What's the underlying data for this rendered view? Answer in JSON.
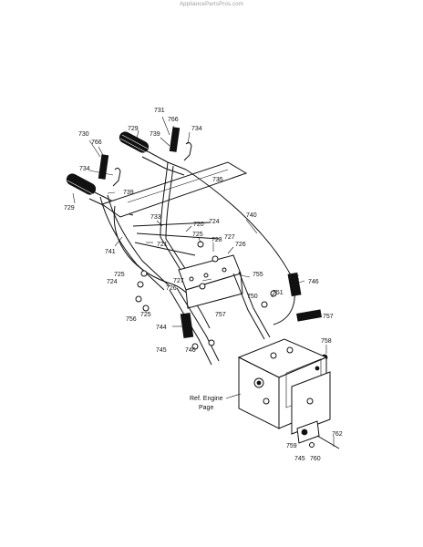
{
  "watermark": "AppliancePartsPros.com",
  "labels": [
    {
      "id": "l731",
      "text": "731"
    },
    {
      "id": "l766a",
      "text": "766"
    },
    {
      "id": "l729a",
      "text": "729"
    },
    {
      "id": "l739a",
      "text": "739"
    },
    {
      "id": "l734a",
      "text": "734"
    },
    {
      "id": "l730",
      "text": "730"
    },
    {
      "id": "l766b",
      "text": "766"
    },
    {
      "id": "l734b",
      "text": "734"
    },
    {
      "id": "l735",
      "text": "735"
    },
    {
      "id": "l739b",
      "text": "739"
    },
    {
      "id": "l729b",
      "text": "729"
    },
    {
      "id": "l733",
      "text": "733"
    },
    {
      "id": "l740",
      "text": "740"
    },
    {
      "id": "l720",
      "text": "720"
    },
    {
      "id": "l724a",
      "text": "724"
    },
    {
      "id": "l725a",
      "text": "725"
    },
    {
      "id": "l728",
      "text": "728"
    },
    {
      "id": "l727a",
      "text": "727"
    },
    {
      "id": "l741",
      "text": "741"
    },
    {
      "id": "l721",
      "text": "721"
    },
    {
      "id": "l726a",
      "text": "726"
    },
    {
      "id": "l725b",
      "text": "725"
    },
    {
      "id": "l755",
      "text": "755"
    },
    {
      "id": "l724b",
      "text": "724"
    },
    {
      "id": "l746a",
      "text": "746"
    },
    {
      "id": "l727b",
      "text": "727"
    },
    {
      "id": "l726b",
      "text": "726"
    },
    {
      "id": "l751",
      "text": "751"
    },
    {
      "id": "l750",
      "text": "750"
    },
    {
      "id": "l757a",
      "text": "757"
    },
    {
      "id": "l756",
      "text": "756"
    },
    {
      "id": "l725c",
      "text": "725"
    },
    {
      "id": "l757b",
      "text": "757"
    },
    {
      "id": "l744",
      "text": "744"
    },
    {
      "id": "l758",
      "text": "758"
    },
    {
      "id": "l745a",
      "text": "745"
    },
    {
      "id": "l746b",
      "text": "746"
    },
    {
      "id": "l762",
      "text": "762"
    },
    {
      "id": "l759",
      "text": "759"
    },
    {
      "id": "l745b",
      "text": "745"
    },
    {
      "id": "l760",
      "text": "760"
    }
  ],
  "ref_engine": {
    "line1": "Ref. Engine",
    "line2": "Page"
  }
}
